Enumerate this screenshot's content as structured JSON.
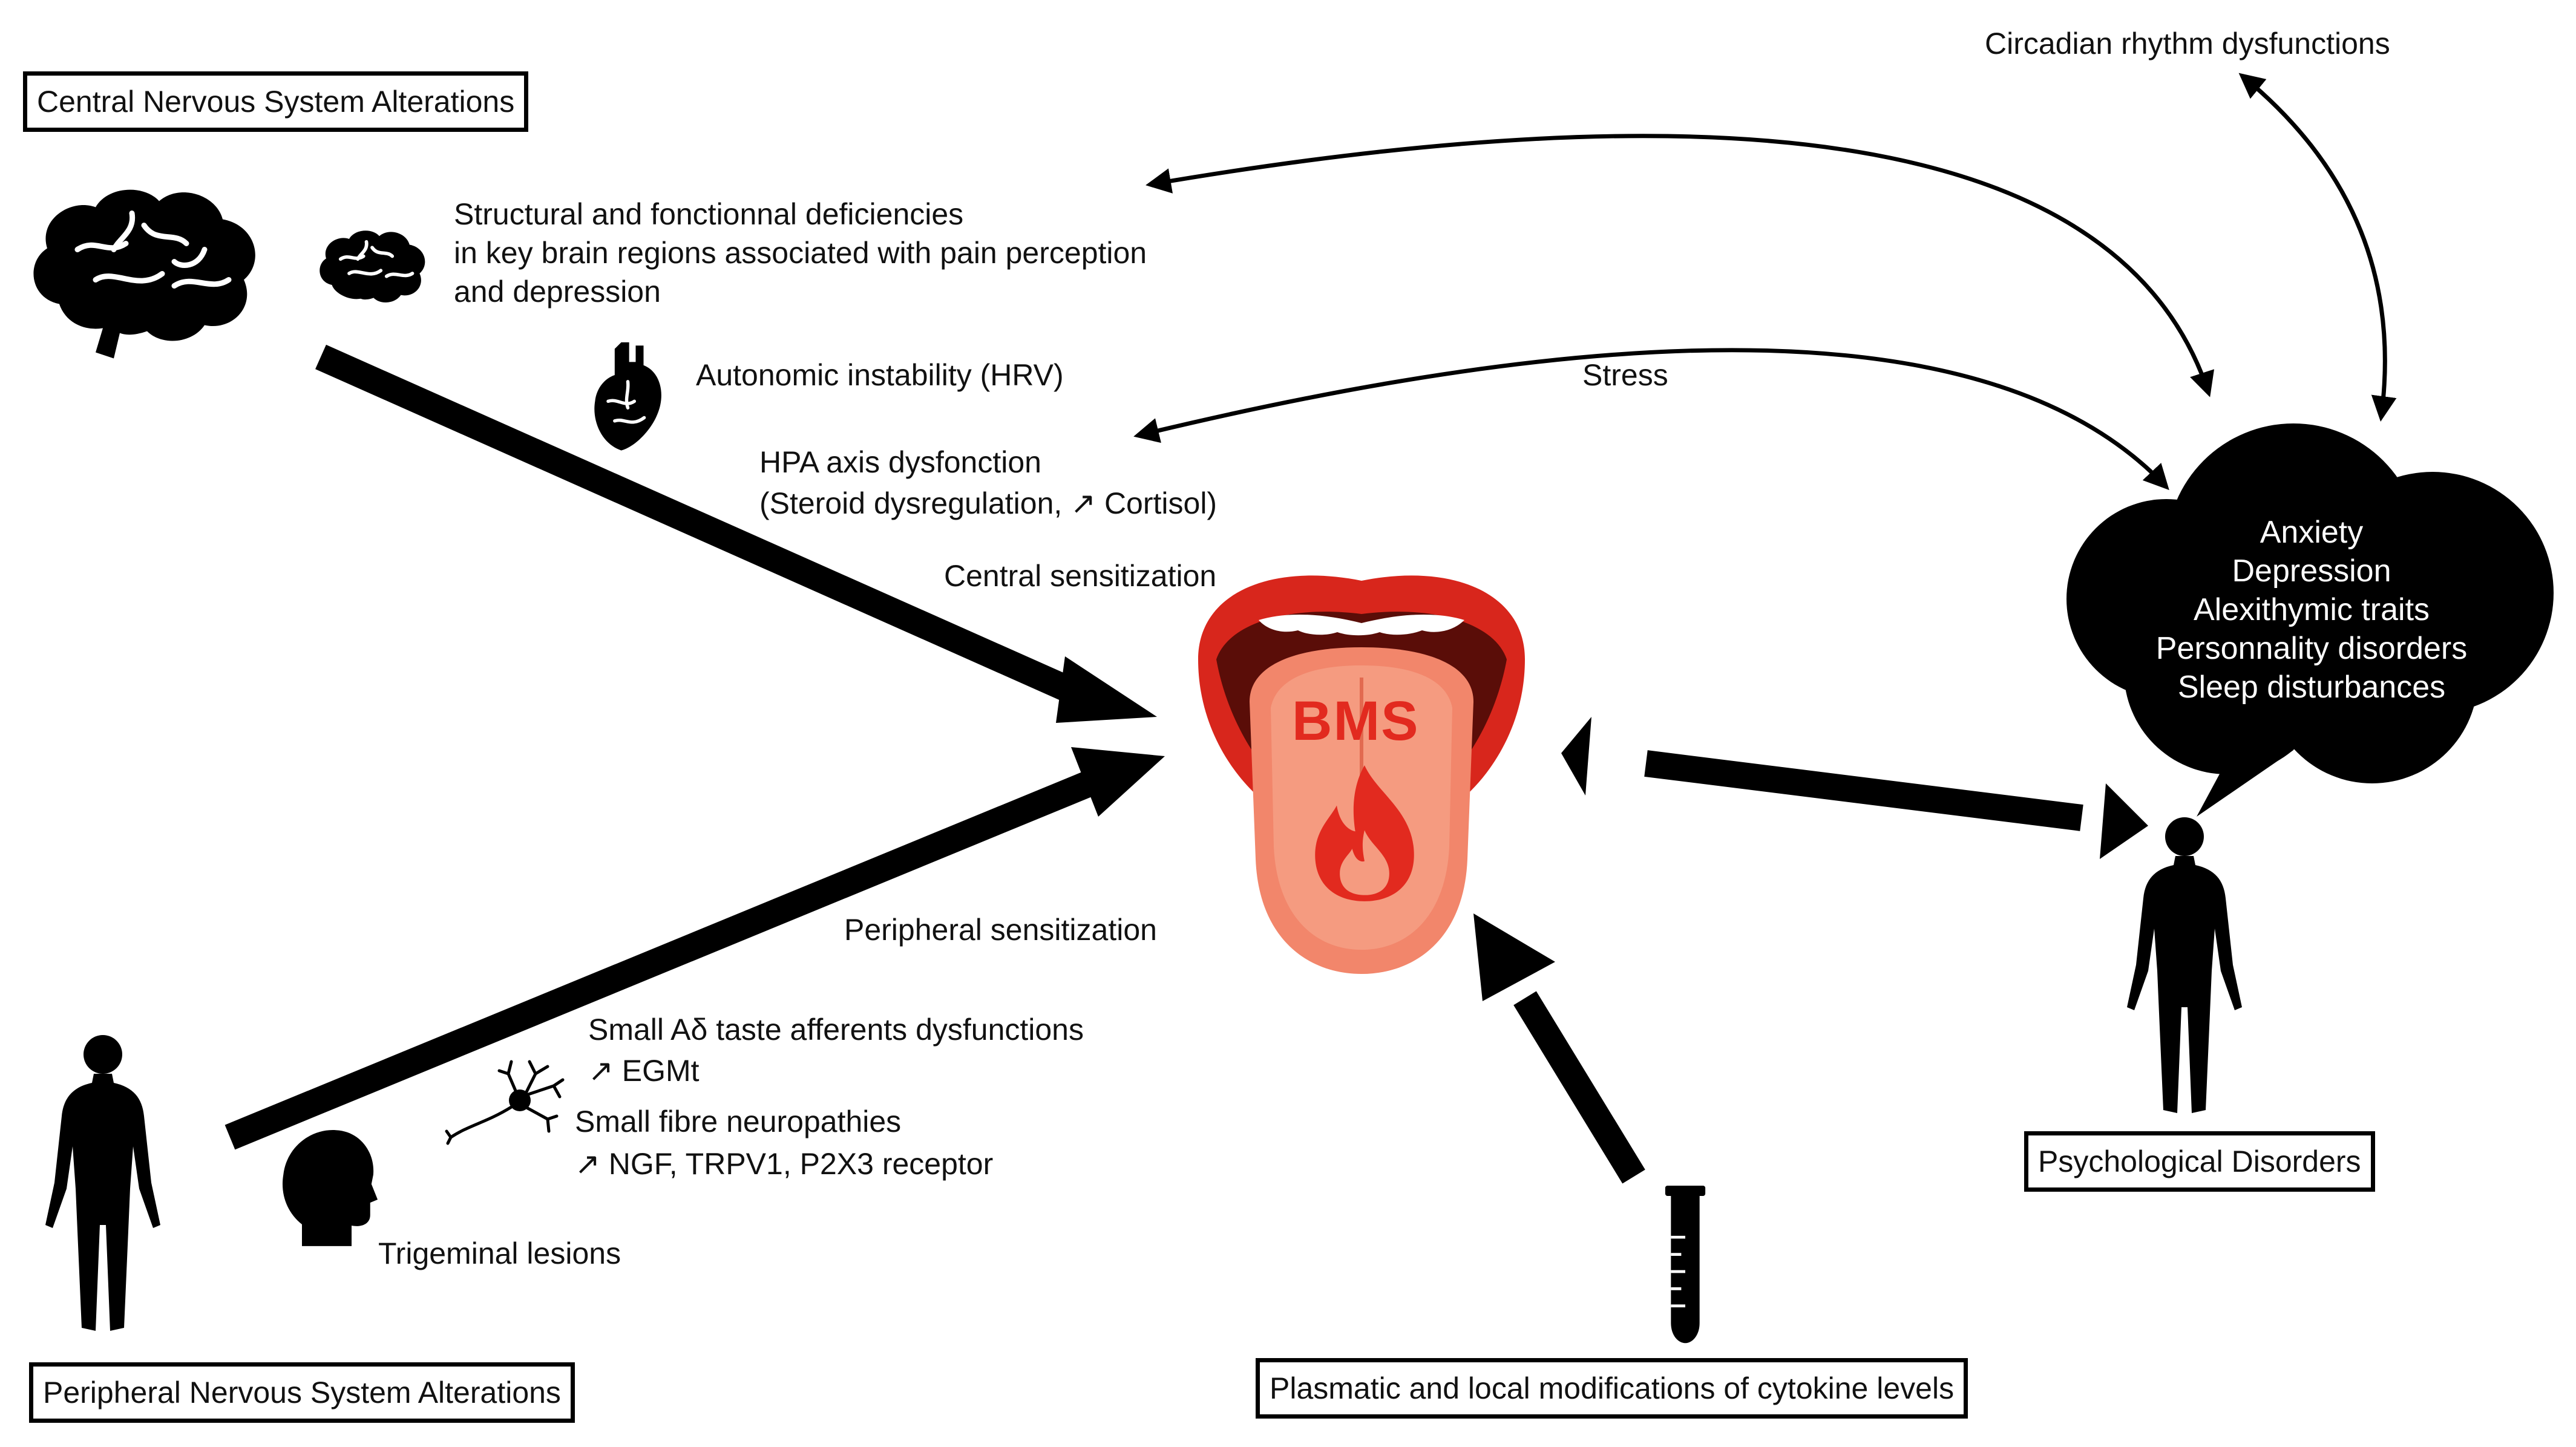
{
  "boxes": {
    "cns": "Central Nervous System Alterations",
    "pns": "Peripheral Nervous System Alterations",
    "psych": "Psychological Disorders",
    "cytokine": "Plasmatic and local modifications of cytokine levels"
  },
  "labels": {
    "circadian": "Circadian rhythm dysfunctions",
    "structural_1": "Structural and fonctionnal deficiencies",
    "structural_2": "in key brain regions associated with pain perception",
    "structural_3": "and depression",
    "autonomic": "Autonomic instability (HRV)",
    "stress": "Stress",
    "hpa_1": "HPA axis dysfonction",
    "hpa_2": "(Steroid dysregulation, ↗ Cortisol)",
    "central_sens": "Central sensitization",
    "peripheral_sens": "Peripheral sensitization",
    "small_ad_1": "Small Aδ taste afferents dysfunctions",
    "small_ad_2": "↗ EGMt",
    "small_fibre_1": "Small fibre neuropathies",
    "small_fibre_2": "↗ NGF, TRPV1, P2X3 receptor",
    "trigeminal": "Trigeminal lesions"
  },
  "center": {
    "label": "BMS"
  },
  "cloud": {
    "lines": [
      "Anxiety",
      "Depression",
      "Alexithymic traits",
      "Personnality disorders",
      "Sleep disturbances"
    ]
  },
  "icons": {
    "brain_large": "brain-icon",
    "brain_small": "brain-icon",
    "heart": "heart-icon",
    "tongue": "tongue-mouth-icon",
    "flame": "flame-icon",
    "body_left": "human-silhouette-icon",
    "body_right": "human-silhouette-icon",
    "head": "head-silhouette-icon",
    "neuron": "neuron-icon",
    "test_tube": "test-tube-icon",
    "cloud": "thought-cloud-icon"
  },
  "colors": {
    "bms_red": "#e22a1f",
    "tongue": "#f2866b",
    "lips": "#d8261c",
    "ink": "#000000"
  }
}
